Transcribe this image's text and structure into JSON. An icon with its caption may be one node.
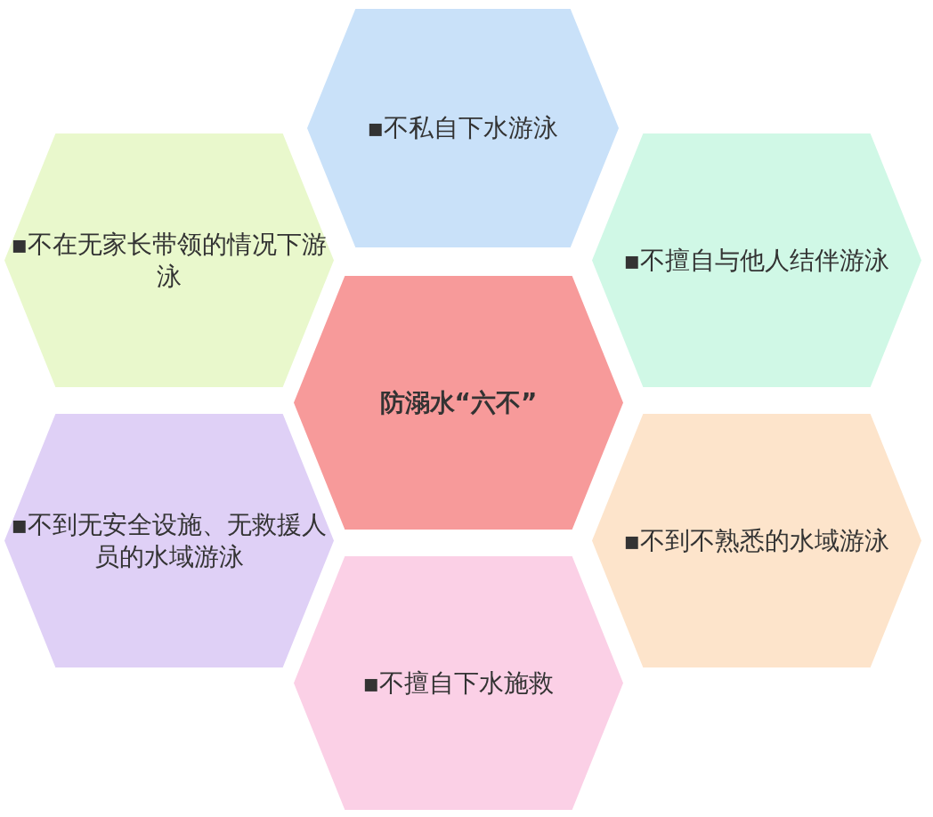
{
  "diagram": {
    "nodes": [
      {
        "text": [
          "▪不私自下水游泳"
        ]
      },
      {
        "text": [
          "▪不在无家长带领的情况下游泳"
        ]
      },
      {
        "text": [
          "▪不擅自与他人结伴游泳"
        ]
      },
      {
        "text": [
          "防溺水“六不”"
        ]
      },
      {
        "text": [
          "▪不到无安全设施、无救援人员的水域游泳"
        ]
      },
      {
        "text": [
          "▪不到不熟悉的水域游泳"
        ]
      },
      {
        "text": [
          "▪不擅自下水施救"
        ]
      }
    ]
  }
}
